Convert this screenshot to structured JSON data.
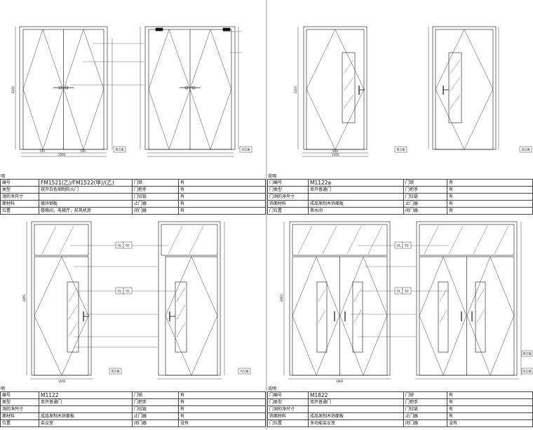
{
  "panels": [
    {
      "id": "fm1521",
      "header": "明",
      "rows": [
        {
          "k1": "编号",
          "v1": "FM1521(乙)/FM1522(甲)/(乙)",
          "k2": "门锁",
          "v2": "有"
        },
        {
          "k1": "类型",
          "v1": "双开白色钢制防火门",
          "k2": "门把手",
          "v2": "有"
        },
        {
          "k1": "洞的净尺寸",
          "v1": "",
          "k2": "门铰链",
          "v2": "有"
        },
        {
          "k1": "面材料",
          "v1": "镀锌钢板",
          "k2": "止门器",
          "v2": "有"
        },
        {
          "k1": "位置",
          "v1": "楼梯间，电梯厅，前风机房",
          "k2": "闭门器",
          "v2": "有"
        }
      ]
    },
    {
      "id": "m1122a",
      "header": "说明",
      "rows": [
        {
          "k1": "门编号",
          "v1": "M1122a",
          "k2": "门锁",
          "v2": "有"
        },
        {
          "k1": "门类型",
          "v1": "单开普通门",
          "k2": "门把手",
          "v2": "有"
        },
        {
          "k1": "门洞的净尺寸",
          "v1": "",
          "k2": "门铰链",
          "v2": "有"
        },
        {
          "k1": "饰面材料",
          "v1": "成品发制木饰面板",
          "k2": "止门器",
          "v2": "有"
        },
        {
          "k1": "门位置",
          "v1": "茶水间",
          "k2": "闭门器",
          "v2": "有"
        }
      ]
    },
    {
      "id": "m1122",
      "header": "明",
      "rows": [
        {
          "k1": "编号",
          "v1": "M1122",
          "k2": "门锁",
          "v2": "有"
        },
        {
          "k1": "类型",
          "v1": "单开普通门",
          "k2": "门把手",
          "v2": "有"
        },
        {
          "k1": "洞的净尺寸",
          "v1": "",
          "k2": "门铰链",
          "v2": "有"
        },
        {
          "k1": "面材料",
          "v1": "成品发制木饰面板",
          "k2": "止门器",
          "v2": "有"
        },
        {
          "k1": "位置",
          "v1": "会议室",
          "k2": "闭门器",
          "v2": "没有"
        }
      ]
    },
    {
      "id": "m1822",
      "header": "说明",
      "rows": [
        {
          "k1": "门编号",
          "v1": "M1822",
          "k2": "门锁",
          "v2": "有"
        },
        {
          "k1": "门类型",
          "v1": "双开普通门",
          "k2": "门把手",
          "v2": "有"
        },
        {
          "k1": "门洞的净尺寸",
          "v1": "",
          "k2": "门铰链",
          "v2": "有"
        },
        {
          "k1": "饰面材料",
          "v1": "成品发制木饰面板",
          "k2": "止门器",
          "v2": "有"
        },
        {
          "k1": "门位置",
          "v1": "多功能会议室",
          "k2": "闭门器",
          "v2": "没有"
        }
      ]
    }
  ],
  "view_labels": {
    "fm_front": "背立面",
    "fm_back": "内立面",
    "m1122a_front": "背立面",
    "m1122a_back": "内立面",
    "m1122_front": "背立面",
    "m1122_back": "内立面",
    "m1822_front": "背立面",
    "m1822_back": "内立面"
  },
  "tags": {
    "gl1": "GL",
    "gl1_num": "02",
    "gl2": "GL",
    "gl2_num": "02",
    "gl3": "GL",
    "gl3_num": "02",
    "gl4": "GL",
    "gl4_num": "02"
  },
  "dims": {
    "fm_width": "1500",
    "fm_height": "2100",
    "fm_leaf_l": "720",
    "fm_leaf_r": "720",
    "m1122a_width": "1100",
    "m1122a_leaf": "900",
    "m1122a_height": "2100",
    "m1122_width": "1100",
    "m1122_height": "2850",
    "m1822_width": "1800",
    "m1822_height": "2850"
  }
}
